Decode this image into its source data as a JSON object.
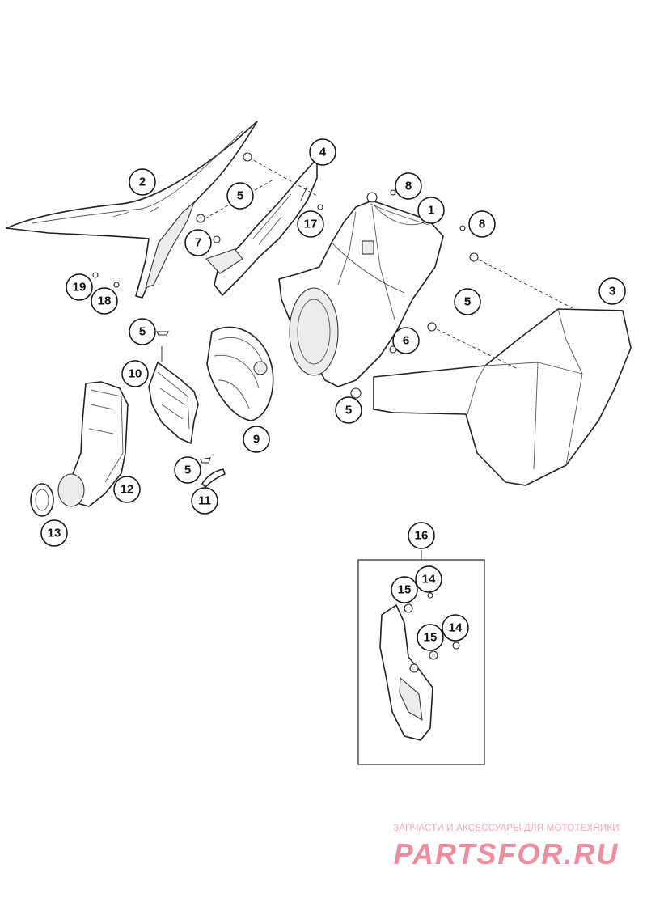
{
  "callouts": [
    {
      "id": "c1",
      "label": "1"
    },
    {
      "id": "c2",
      "label": "2"
    },
    {
      "id": "c3",
      "label": "3"
    },
    {
      "id": "c4",
      "label": "4"
    },
    {
      "id": "c5a",
      "label": "5"
    },
    {
      "id": "c5b",
      "label": "5"
    },
    {
      "id": "c5c",
      "label": "5"
    },
    {
      "id": "c5d",
      "label": "5"
    },
    {
      "id": "c5e",
      "label": "5"
    },
    {
      "id": "c6",
      "label": "6"
    },
    {
      "id": "c7",
      "label": "7"
    },
    {
      "id": "c8a",
      "label": "8"
    },
    {
      "id": "c8b",
      "label": "8"
    },
    {
      "id": "c9",
      "label": "9"
    },
    {
      "id": "c10",
      "label": "10"
    },
    {
      "id": "c11",
      "label": "11"
    },
    {
      "id": "c12",
      "label": "12"
    },
    {
      "id": "c13",
      "label": "13"
    },
    {
      "id": "c14a",
      "label": "14"
    },
    {
      "id": "c14b",
      "label": "14"
    },
    {
      "id": "c15a",
      "label": "15"
    },
    {
      "id": "c15b",
      "label": "15"
    },
    {
      "id": "c16",
      "label": "16"
    },
    {
      "id": "c17",
      "label": "17"
    },
    {
      "id": "c18",
      "label": "18"
    },
    {
      "id": "c19",
      "label": "19"
    }
  ],
  "watermark": {
    "caption": "ЗАПЧАСТИ И АКСЕССУАРЫ ДЛЯ МОТОТЕХНИКИ",
    "logo_text": "PARTSFOR.RU",
    "color": "#e8506a"
  }
}
